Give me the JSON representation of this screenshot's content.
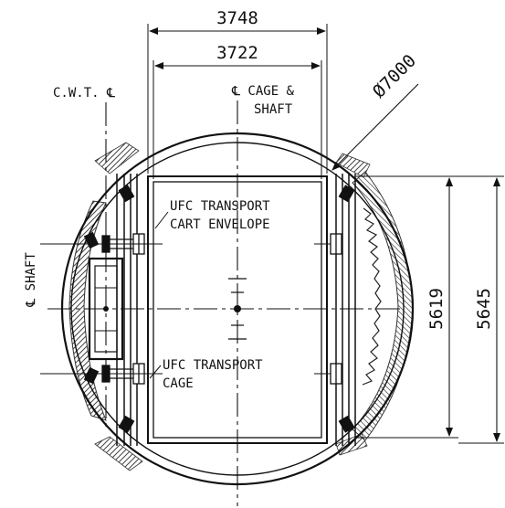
{
  "dimensions": {
    "overall_width": "3748",
    "cage_width": "3722",
    "shaft_diameter": "Ø7000",
    "cage_depth": "5619",
    "overall_depth": "5645"
  },
  "labels": {
    "cwt_centerline": "C.W.T. ℄",
    "cage_shaft_centerline_1": "℄ CAGE &",
    "cage_shaft_centerline_2": "SHAFT",
    "cart_envelope_1": "UFC TRANSPORT",
    "cart_envelope_2": "CART ENVELOPE",
    "transport_cage_1": "UFC TRANSPORT",
    "transport_cage_2": "CAGE",
    "shaft_centerline": "℄ SHAFT"
  },
  "colors": {
    "line": "#111111",
    "hatch": "#555555",
    "background": "#ffffff"
  }
}
